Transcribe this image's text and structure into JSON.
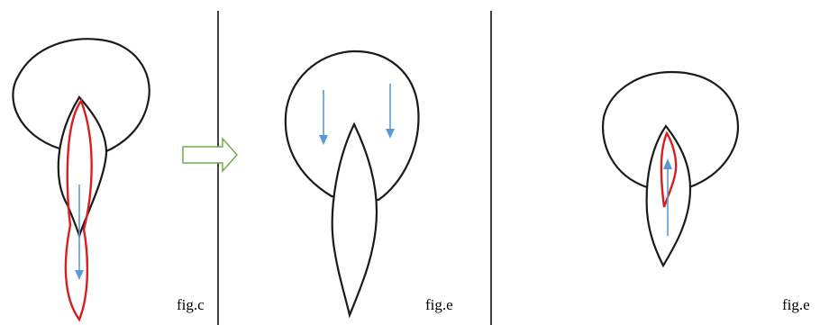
{
  "panels": [
    {
      "label": "fig.c"
    },
    {
      "label": "fig.e"
    },
    {
      "label": "fig.e"
    }
  ],
  "colors": {
    "outline": "#1a1a1a",
    "red_curve": "#d81e1e",
    "blue_arrow": "#5b9bd5",
    "green_arrow": "#70ad47"
  },
  "icons": [
    "arrow-down-icon",
    "arrow-up-icon",
    "hollow-right-arrow-icon"
  ]
}
